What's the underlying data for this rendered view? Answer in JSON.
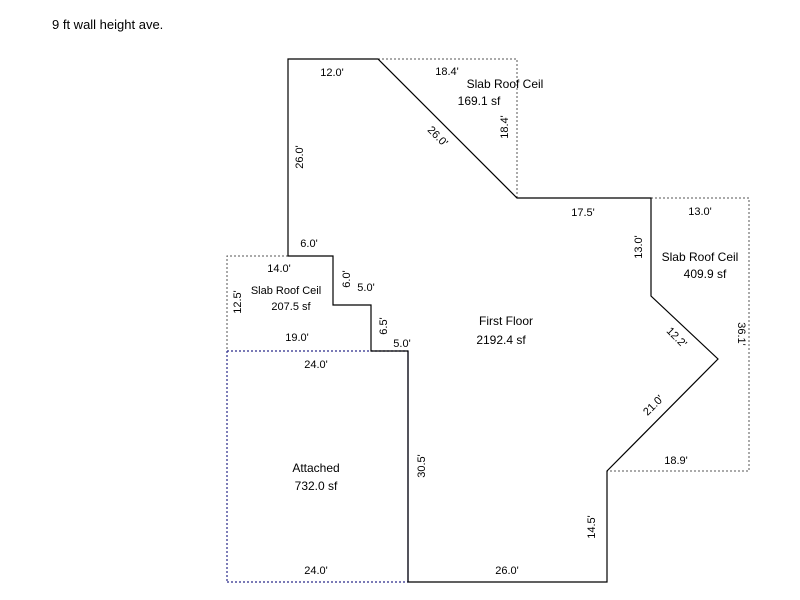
{
  "header": {
    "note": "9 ft wall height ave."
  },
  "areas": {
    "slab_top": {
      "name": "Slab Roof Ceil",
      "area": "169.1 sf"
    },
    "slab_right": {
      "name": "Slab Roof Ceil",
      "area": "409.9 sf"
    },
    "slab_left": {
      "name": "Slab Roof Ceil",
      "area": "207.5 sf"
    },
    "first_floor": {
      "name": "First Floor",
      "area": "2192.4 sf"
    },
    "attached": {
      "name": "Attached",
      "area": "732.0 sf"
    }
  },
  "dimensions": {
    "top_12": "12.0'",
    "top_18_4": "18.4'",
    "diag_26": "26.0'",
    "vert_18_4": "18.4'",
    "left_26": "26.0'",
    "mid_17_5": "17.5'",
    "right_top_13": "13.0'",
    "vert_13": "13.0'",
    "left_6": "6.0'",
    "left_14": "14.0'",
    "vert_6": "6.0'",
    "h_5": "5.0'",
    "left_12_5": "12.5'",
    "vert_6_5": "6.5'",
    "h_5b": "5.0'",
    "h_19": "19.0'",
    "diag_12_2": "12.2'",
    "right_36_1": "36.1'",
    "att_top_24": "24.0'",
    "diag_21": "21.0'",
    "vert_30_5": "30.5'",
    "right_18_9": "18.9'",
    "vert_14_5": "14.5'",
    "att_bot_24": "24.0'",
    "bot_26": "26.0'"
  },
  "colors": {
    "solid": "#000000",
    "dotted": "#555555",
    "attached": "#2a2a8a"
  }
}
